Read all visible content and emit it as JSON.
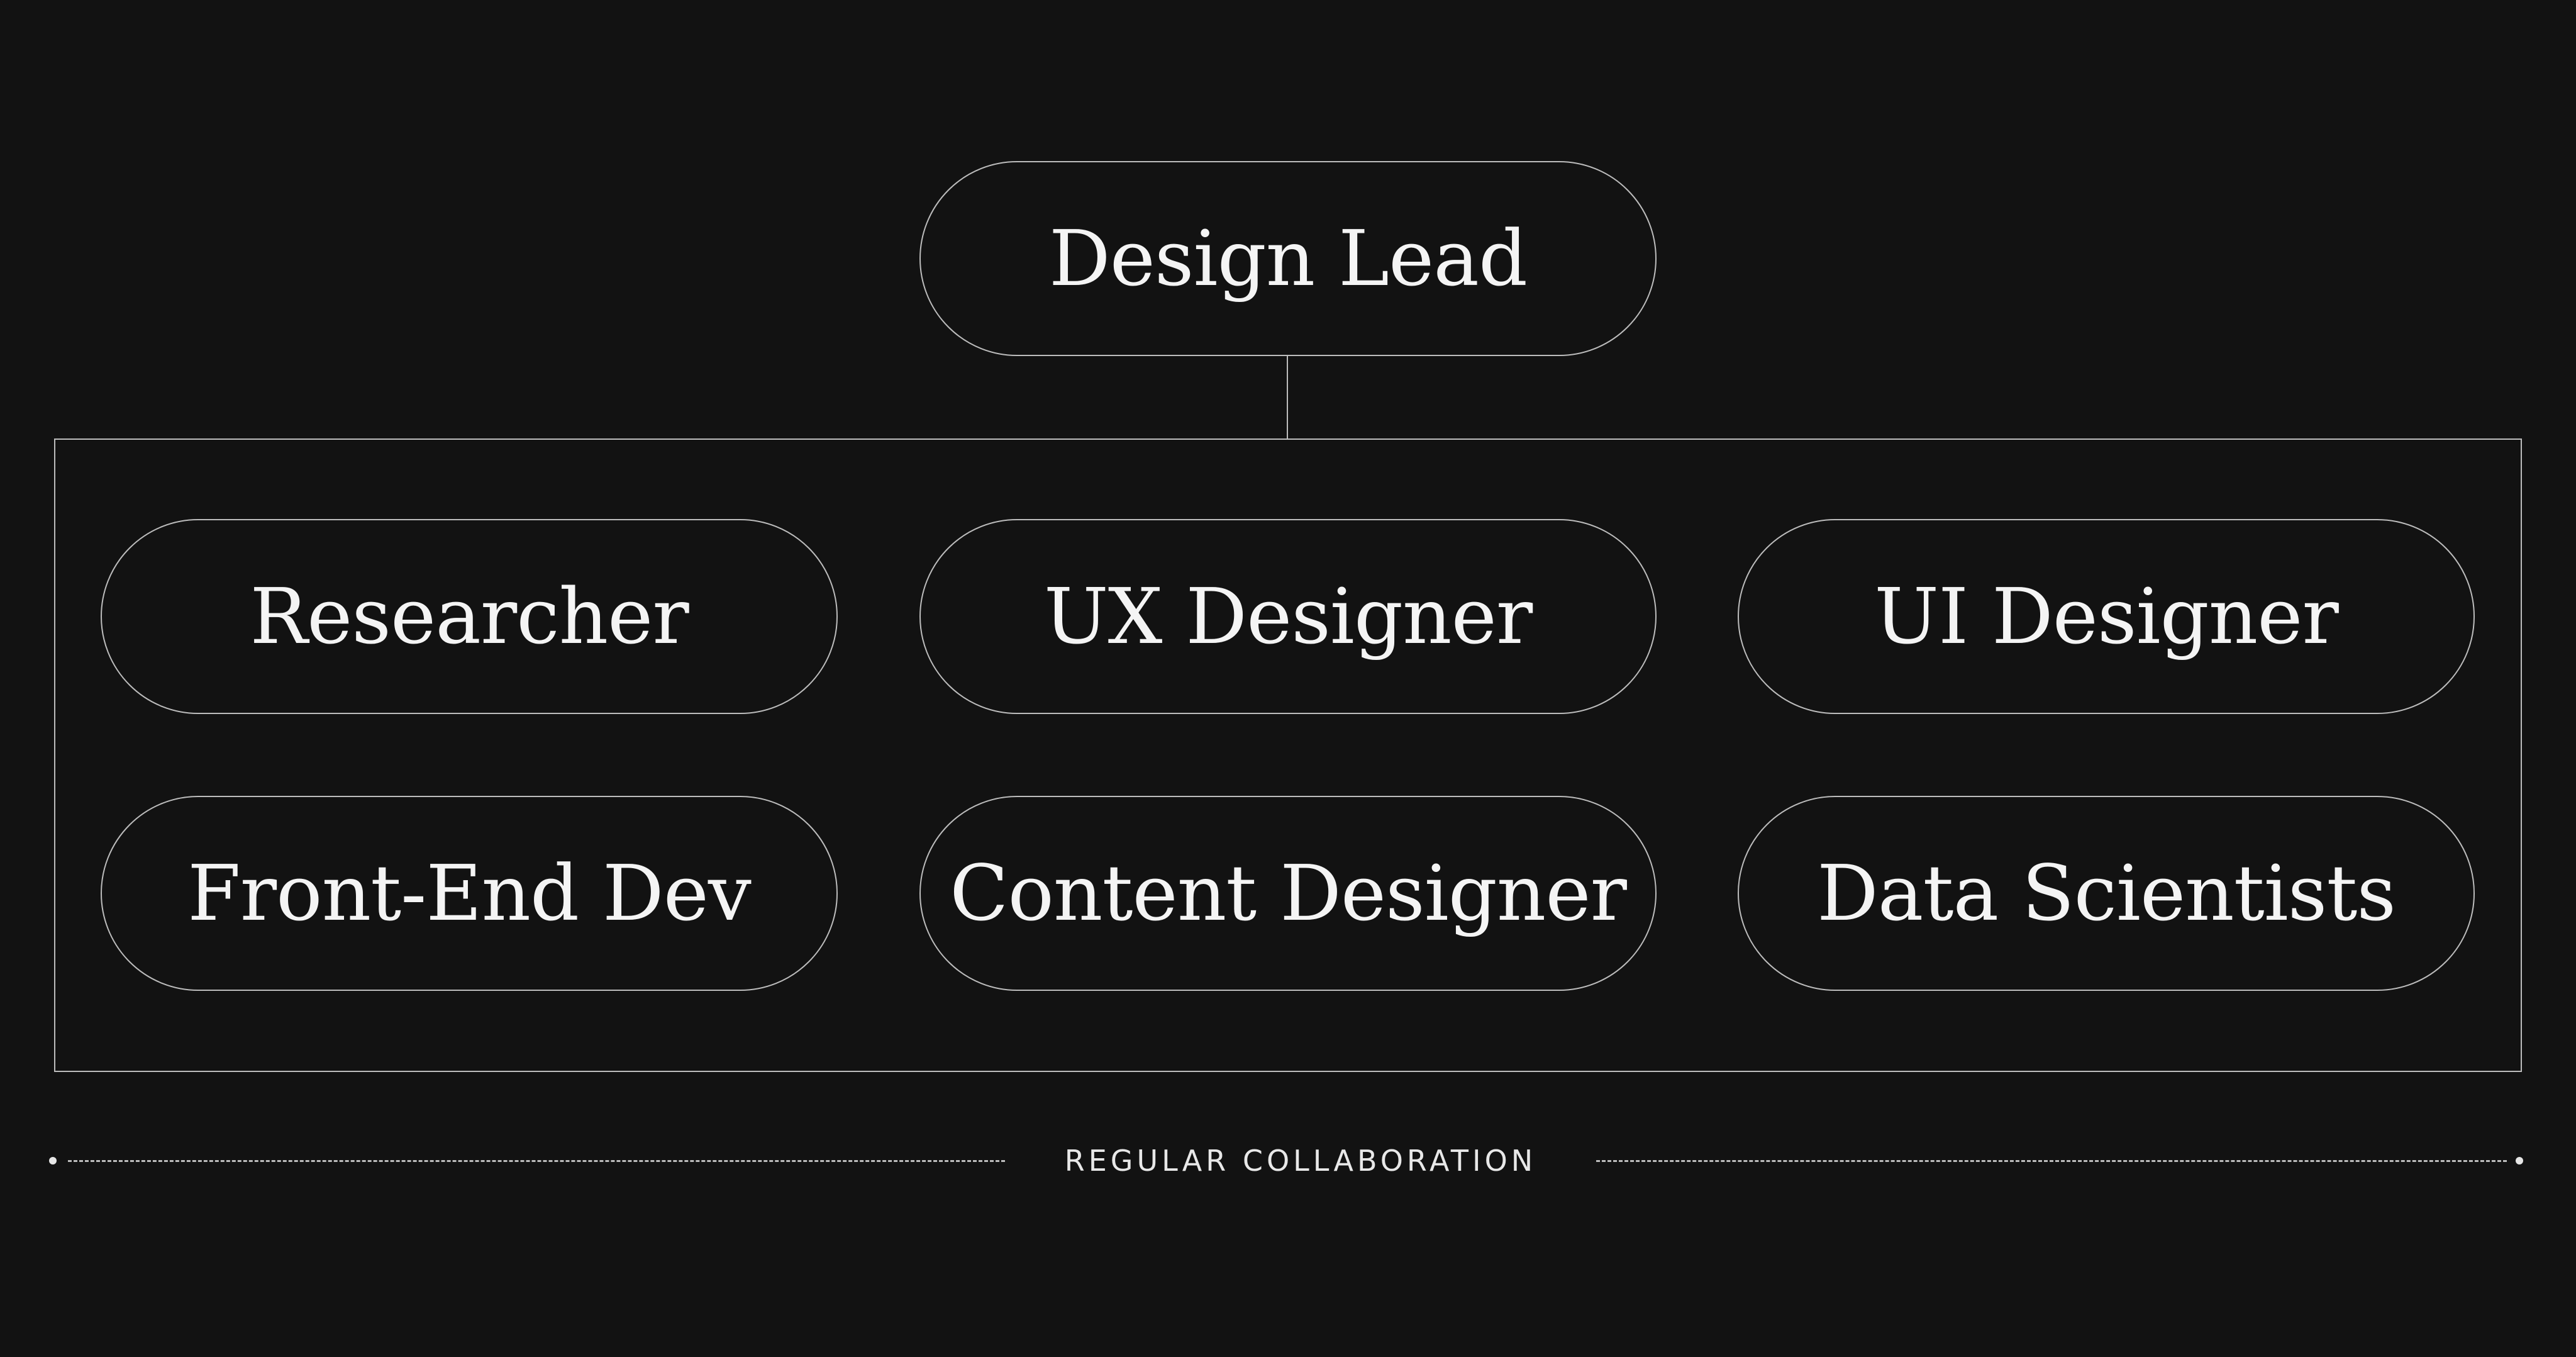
{
  "lead": {
    "label": "Design Lead"
  },
  "team": [
    {
      "label": "Researcher"
    },
    {
      "label": "UX Designer"
    },
    {
      "label": "UI Designer"
    },
    {
      "label": "Front-End Dev"
    },
    {
      "label": "Content Designer"
    },
    {
      "label": "Data Scientists"
    }
  ],
  "collaboration": {
    "label": "REGULAR COLLABORATION"
  },
  "colors": {
    "background": "#121212",
    "stroke": "#bdbdbd",
    "text": "#f4f4f4"
  }
}
